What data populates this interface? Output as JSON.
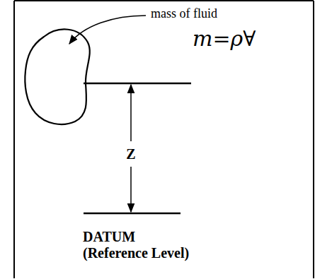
{
  "diagram": {
    "labels": [
      "mass of fluid",
      "m=ρ∀",
      "Z",
      "DATUM",
      "(Reference Level)"
    ]
  }
}
